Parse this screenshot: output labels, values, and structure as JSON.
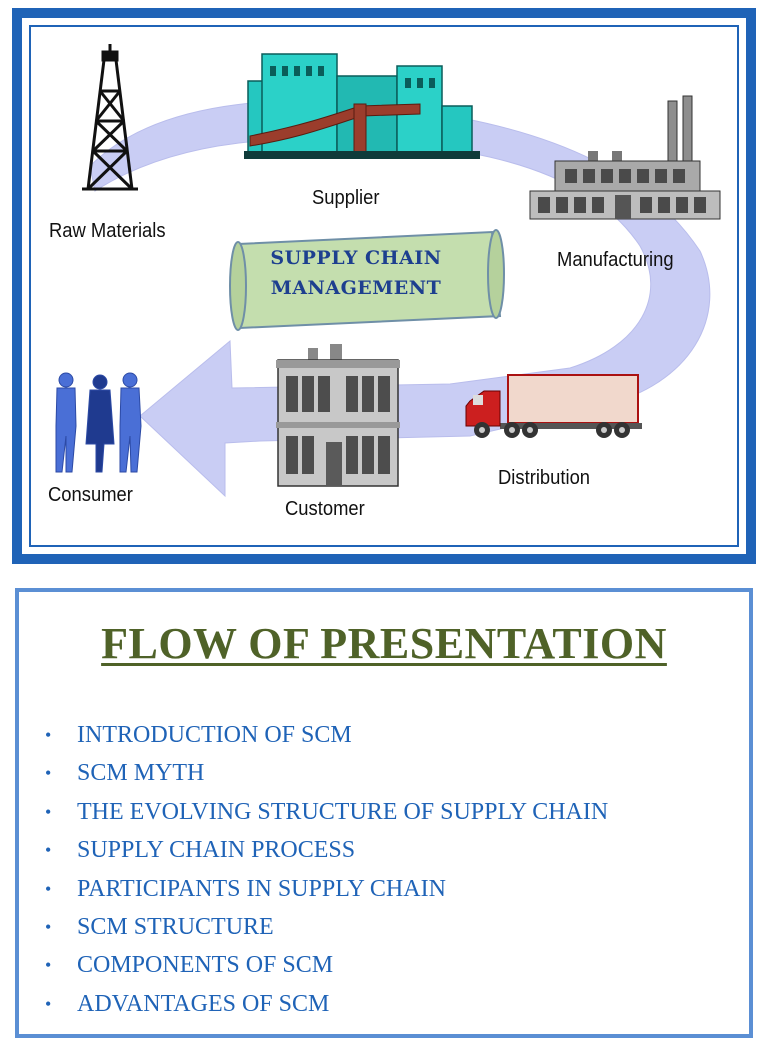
{
  "diagram": {
    "center_title_line1": "SUPPLY CHAIN",
    "center_title_line2": "MANAGEMENT",
    "nodes": {
      "raw_materials": "Raw Materials",
      "supplier": "Supplier",
      "manufacturing": "Manufacturing",
      "distribution": "Distribution",
      "customer": "Customer",
      "consumer": "Consumer"
    },
    "colors": {
      "frame": "#1f63b7",
      "arrow": "#c9cdf4",
      "scroll_fill": "#c4deae",
      "scroll_text": "#1d3f8f",
      "supplier_plant": "#25c7c0",
      "consumer_people": "#4a6fd6"
    }
  },
  "presentation": {
    "title": "FLOW OF PRESENTATION",
    "bullet_glyph": "•",
    "items": [
      "INTRODUCTION OF SCM",
      "SCM MYTH",
      "THE EVOLVING STRUCTURE OF SUPPLY CHAIN",
      "SUPPLY CHAIN PROCESS",
      "PARTICIPANTS IN SUPPLY CHAIN",
      "SCM STRUCTURE",
      "COMPONENTS OF SCM",
      "ADVANTAGES OF SCM"
    ],
    "colors": {
      "title": "#4f6228",
      "items": "#1f63b7",
      "border": "#5b8fd4"
    }
  }
}
